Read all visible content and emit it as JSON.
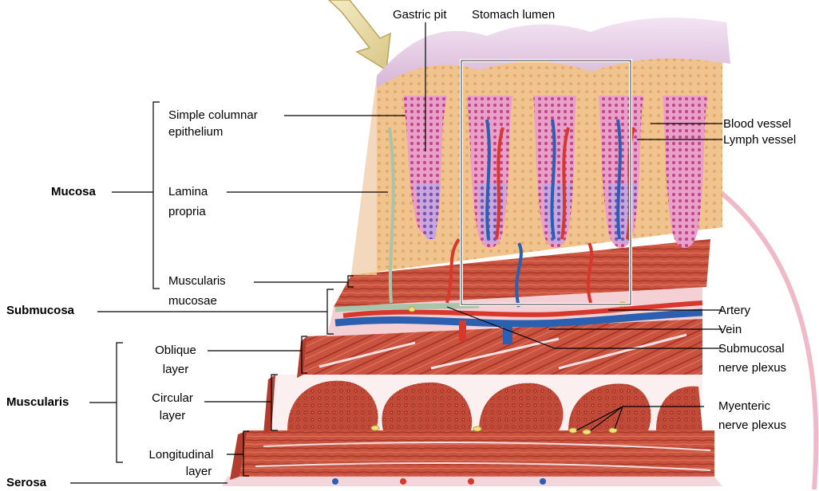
{
  "labels": {
    "gastric_pit": "Gastric pit",
    "stomach_lumen": "Stomach lumen",
    "simple_columnar_1": "Simple columnar",
    "simple_columnar_2": "epithelium",
    "lamina_1": "Lamina",
    "lamina_2": "propria",
    "muscularis_mucosae_1": "Muscularis",
    "muscularis_mucosae_2": "mucosae",
    "mucosa": "Mucosa",
    "submucosa": "Submucosa",
    "oblique_1": "Oblique",
    "oblique_2": "layer",
    "circular_1": "Circular",
    "circular_2": "layer",
    "longitudinal_1": "Longitudinal",
    "longitudinal_2": "layer",
    "muscularis": "Muscularis",
    "serosa": "Serosa",
    "blood_vessel": "Blood vessel",
    "lymph_vessel": "Lymph vessel",
    "artery": "Artery",
    "vein": "Vein",
    "submucosal_1": "Submucosal",
    "submucosal_2": "nerve plexus",
    "myenteric_1": "Myenteric",
    "myenteric_2": "nerve plexus"
  },
  "colors": {
    "epithelium_pink": "#e8b8d6",
    "lamina_orange": "#f2c08a",
    "muscle_red": "#c0493a",
    "artery_red": "#d8372c",
    "vein_blue": "#2c5fb0",
    "nerve_yellow": "#f3e27a",
    "submucosa_pink": "#f4cfd4",
    "arrow_fill": "#efdfa8"
  }
}
